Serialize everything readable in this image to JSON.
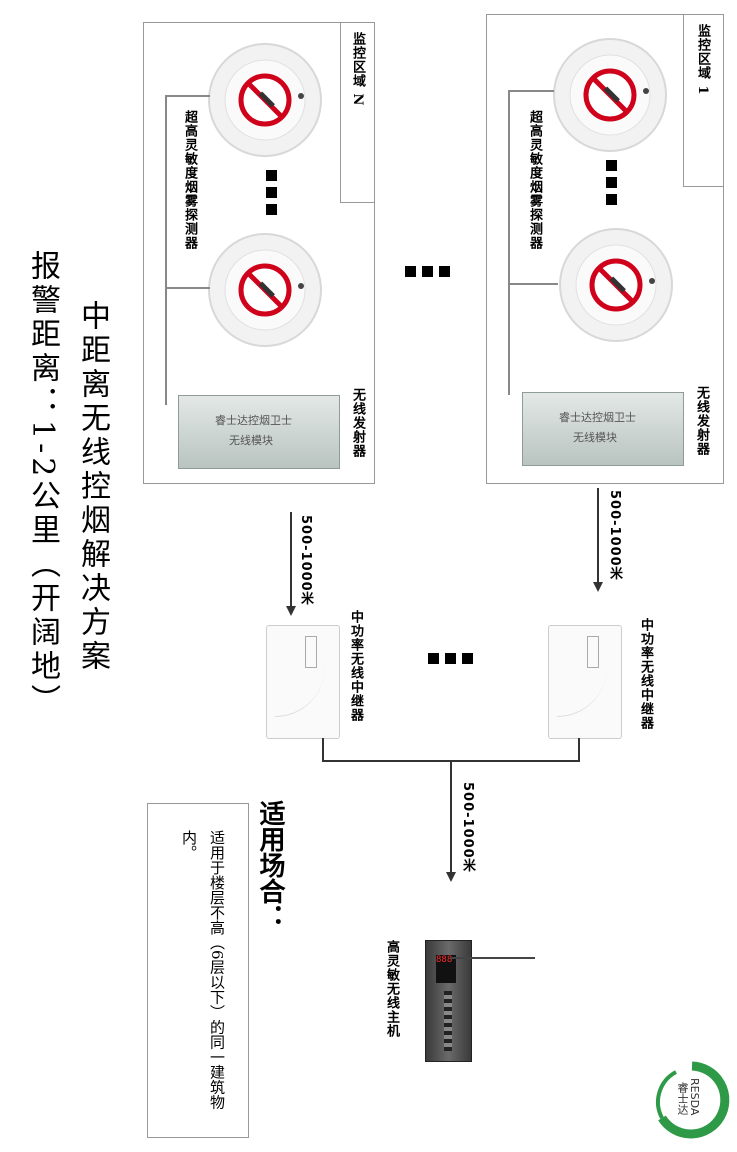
{
  "title": "中距离无线控烟解决方案",
  "subtitle": "报警距离：1-2公里（开阔地）",
  "zones": [
    {
      "label": "监控区域 N",
      "detector_label": "超高灵敏度烟雾探测器",
      "transmitter_label": "无线发射器",
      "module_text_1": "睿士达控烟卫士",
      "module_text_2": "无线模块"
    },
    {
      "label": "监控区域 1",
      "detector_label": "超高灵敏度烟雾探测器",
      "transmitter_label": "无线发射器",
      "module_text_1": "睿士达控烟卫士",
      "module_text_2": "无线模块"
    }
  ],
  "distances": [
    "500-1000米",
    "500-1000米",
    "500-1000米"
  ],
  "repeaters": [
    {
      "label": "中功率无线中继器"
    },
    {
      "label": "中功率无线中继器"
    }
  ],
  "host_label": "高灵敏无线主机",
  "applicable": {
    "heading": "适用场合：",
    "text": "适用于楼层不高（6层以下）的同一建筑物内。"
  },
  "logo": {
    "text": "RESDA",
    "cn": "睿士达",
    "color": "#2e9a48"
  },
  "colors": {
    "no_smoking_red": "#d0021b",
    "frame": "#999999"
  }
}
